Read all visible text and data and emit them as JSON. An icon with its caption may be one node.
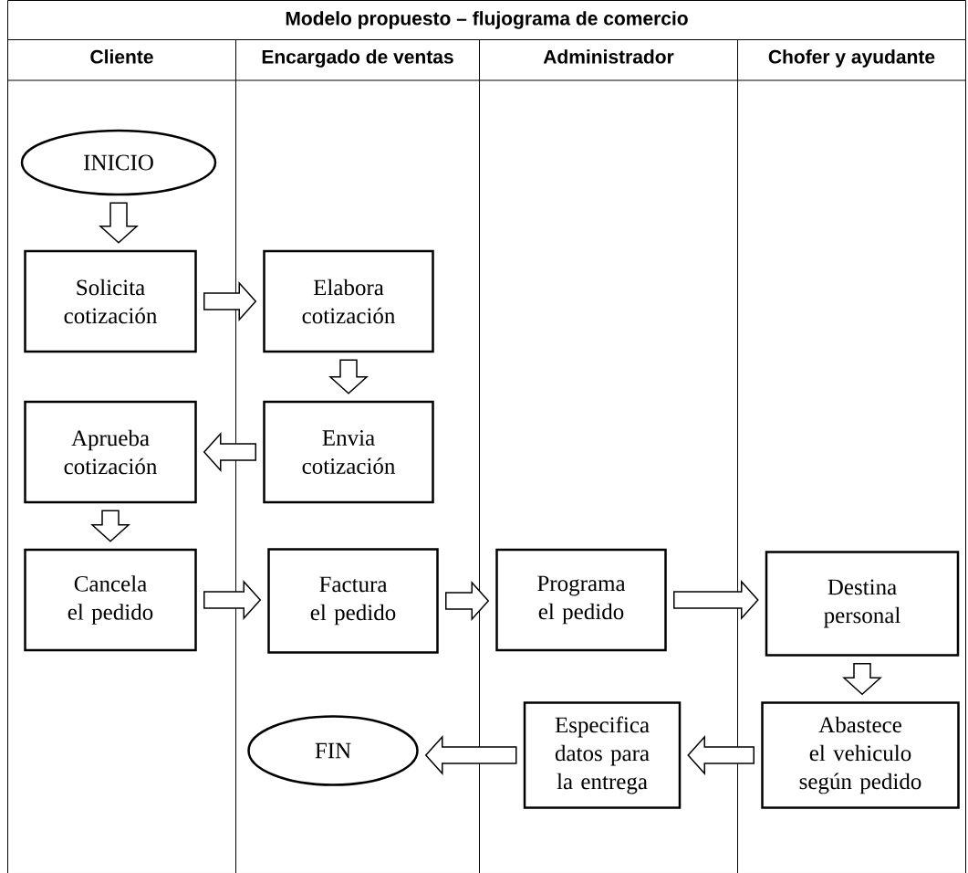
{
  "diagram": {
    "title": "Modelo propuesto – flujograma de comercio",
    "nodes": [
      {
        "text": [
          "Cliente"
        ]
      },
      {
        "text": [
          "Encargado de ventas"
        ]
      },
      {
        "text": [
          "Administrador"
        ]
      },
      {
        "text": [
          "Chofer y ayudante"
        ]
      },
      {
        "text": [
          "INICIO"
        ],
        "in": 0
      },
      {
        "text": [
          "Solicita cotización"
        ],
        "in": 0
      },
      {
        "text": [
          "Elabora cotización"
        ],
        "in": 1
      },
      {
        "text": [
          "Envia cotización"
        ],
        "in": 1
      },
      {
        "text": [
          "Aprueba cotización"
        ],
        "in": 0
      },
      {
        "text": [
          "Cancela el pedido"
        ],
        "in": 0
      },
      {
        "text": [
          "Factura el pedido"
        ],
        "in": 1
      },
      {
        "text": [
          "Programa el pedido"
        ],
        "in": 2
      },
      {
        "text": [
          "Destina personal"
        ],
        "in": 3
      },
      {
        "text": [
          "Abastece el vehiculo según pedido"
        ],
        "in": 3
      },
      {
        "text": [
          "Especifica datos para la entrega"
        ],
        "in": 2
      },
      {
        "text": [
          "FIN"
        ],
        "in": 1
      }
    ],
    "edges": [
      {
        "from": 4,
        "to": 5,
        "arrow": "to"
      },
      {
        "from": 5,
        "to": 6,
        "arrow": "to"
      },
      {
        "from": 6,
        "to": 7,
        "arrow": "to"
      },
      {
        "from": 7,
        "to": 8,
        "arrow": "to"
      },
      {
        "from": 8,
        "to": 9,
        "arrow": "to"
      },
      {
        "from": 9,
        "to": 10,
        "arrow": "to"
      },
      {
        "from": 10,
        "to": 11,
        "arrow": "to"
      },
      {
        "from": 11,
        "to": 12,
        "arrow": "to"
      },
      {
        "from": 12,
        "to": 13,
        "arrow": "to"
      },
      {
        "from": 13,
        "to": 14,
        "arrow": "to"
      },
      {
        "from": 14,
        "to": 15,
        "arrow": "to"
      }
    ]
  }
}
